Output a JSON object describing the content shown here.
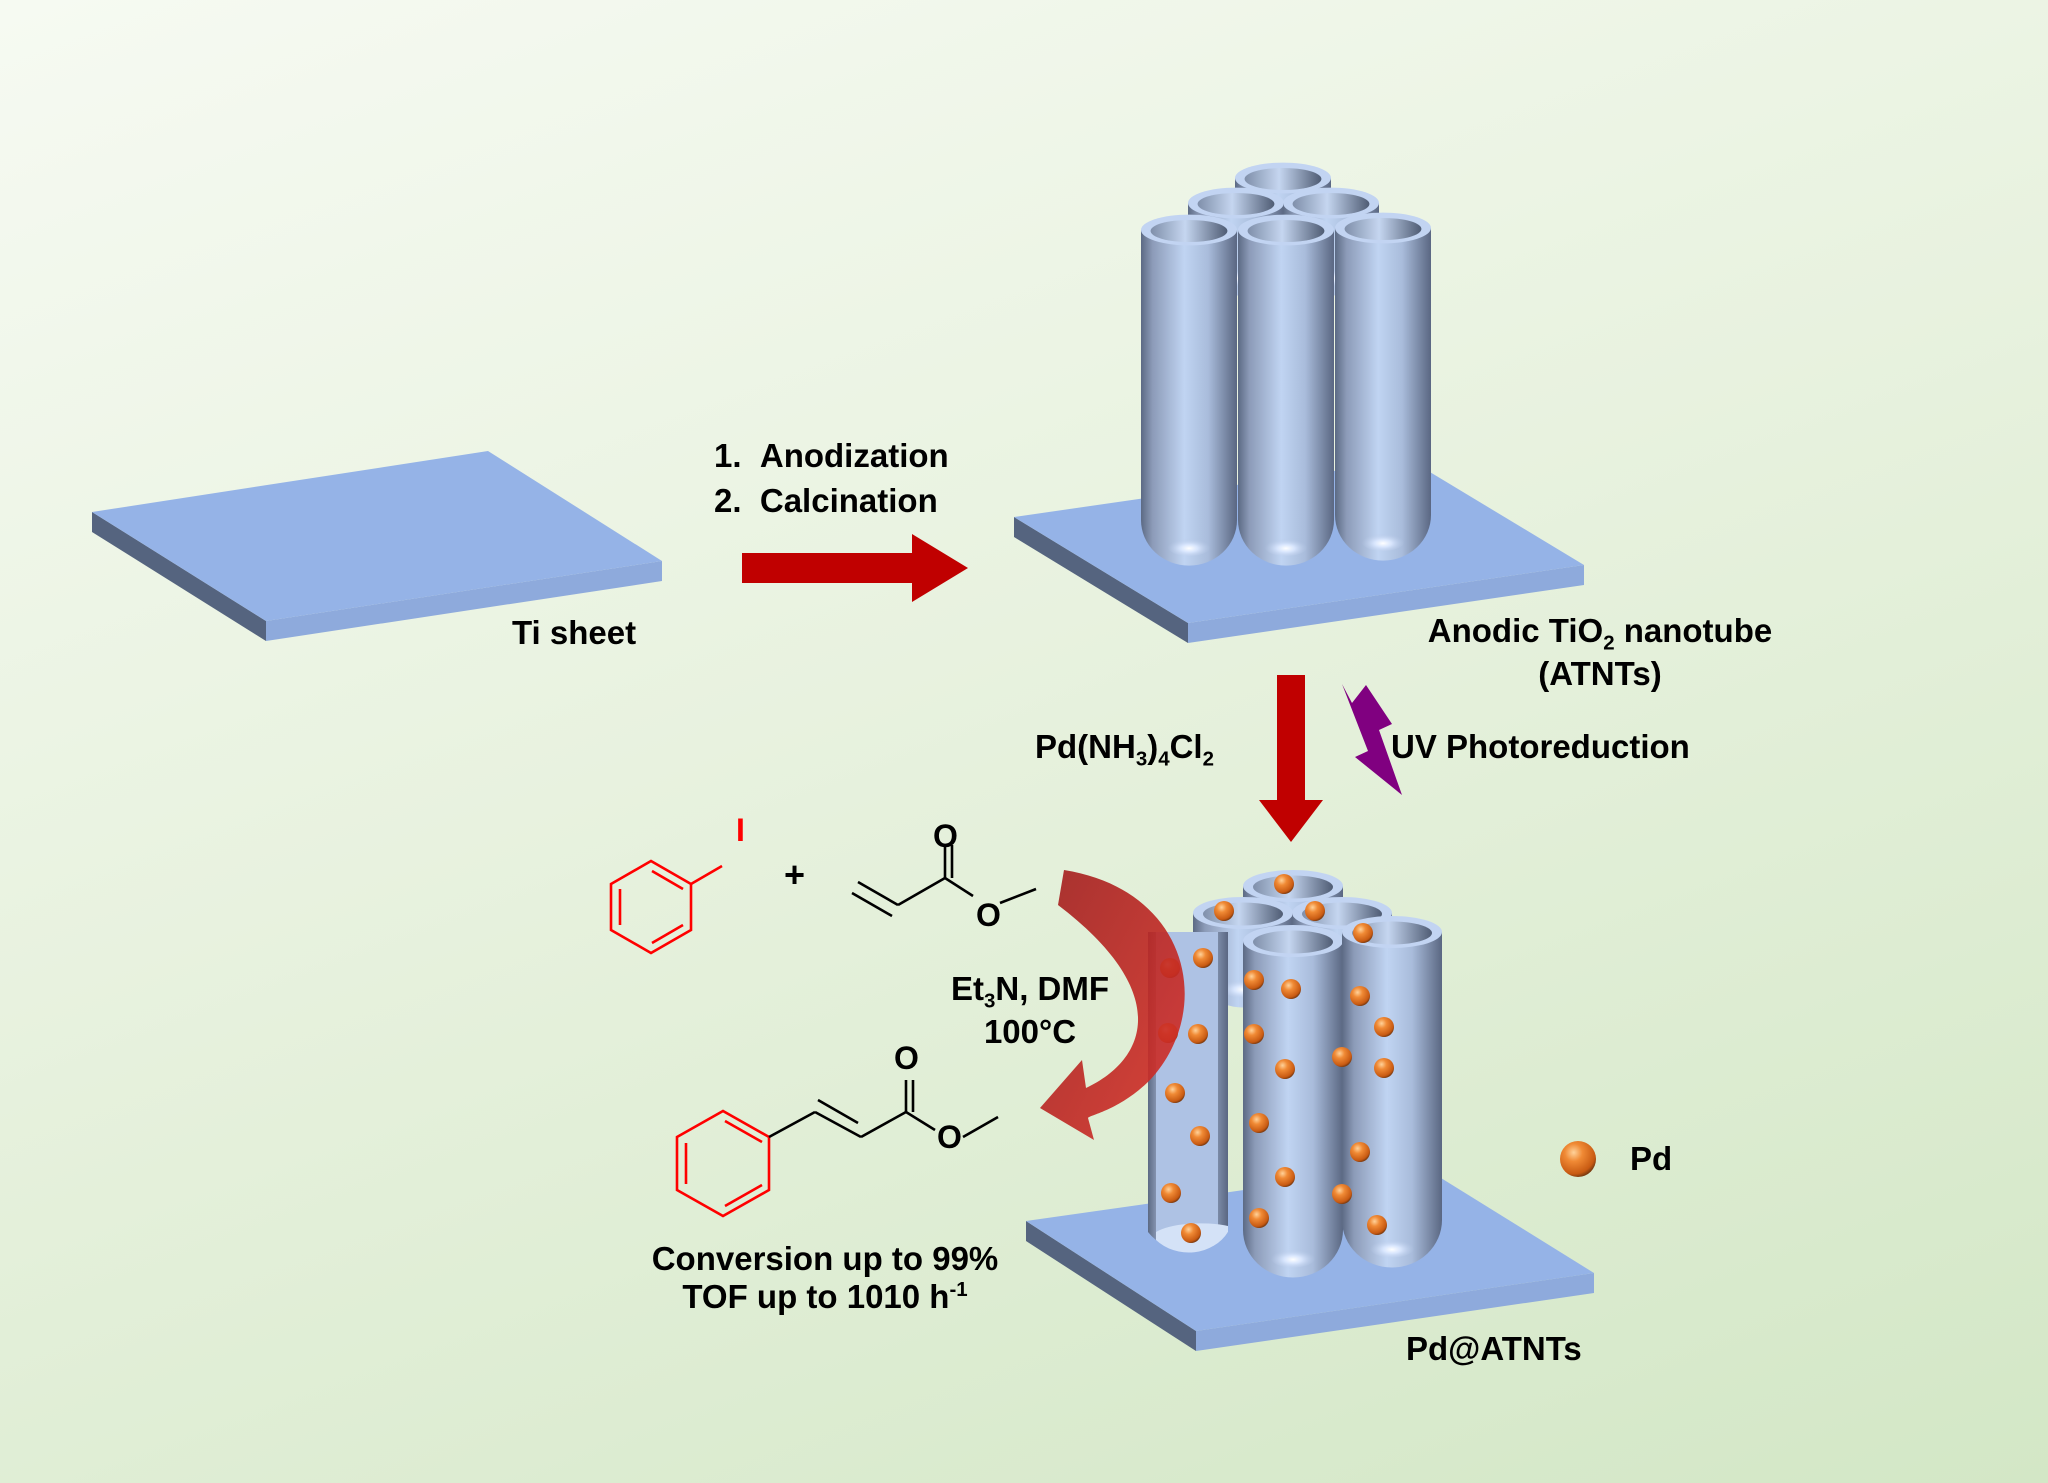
{
  "steps": {
    "step1": {
      "number": "1.",
      "label": "Anodization"
    },
    "step2": {
      "number": "2.",
      "label": "Calcination"
    }
  },
  "labels": {
    "ti_sheet": "Ti sheet",
    "atnt_line1_pre": "Anodic TiO",
    "atnt_line1_sub": "2",
    "atnt_line1_post": " nanotube",
    "atnt_line2": "(ATNTs)",
    "precursor_pre": "Pd(NH",
    "precursor_sub1": "3",
    "precursor_mid": ")",
    "precursor_sub2": "4",
    "precursor_cl": "Cl",
    "precursor_sub3": "2",
    "uv": "UV Photoreduction",
    "pd_atnts": "Pd@ATNTs",
    "pd_legend": "Pd"
  },
  "reaction": {
    "plus": "+",
    "iodo_atom": "I",
    "oxygen": "O",
    "conditions_pre": "Et",
    "conditions_sub": "3",
    "conditions_post": "N, DMF",
    "temperature": "100°C",
    "conversion": "Conversion up to 99%",
    "tof_pre": "TOF up to 1010 h",
    "tof_sup": "-1"
  },
  "colors": {
    "arrow_red": "#c00000",
    "curved_arrow": "#c0272d",
    "lightning": "#800080",
    "aryl_red": "#ff0000",
    "sheet_top": "#95b3e7",
    "sheet_side_dark": "#55647f",
    "sheet_front": "#8eaadc",
    "pd_particle": "#e67e22"
  }
}
